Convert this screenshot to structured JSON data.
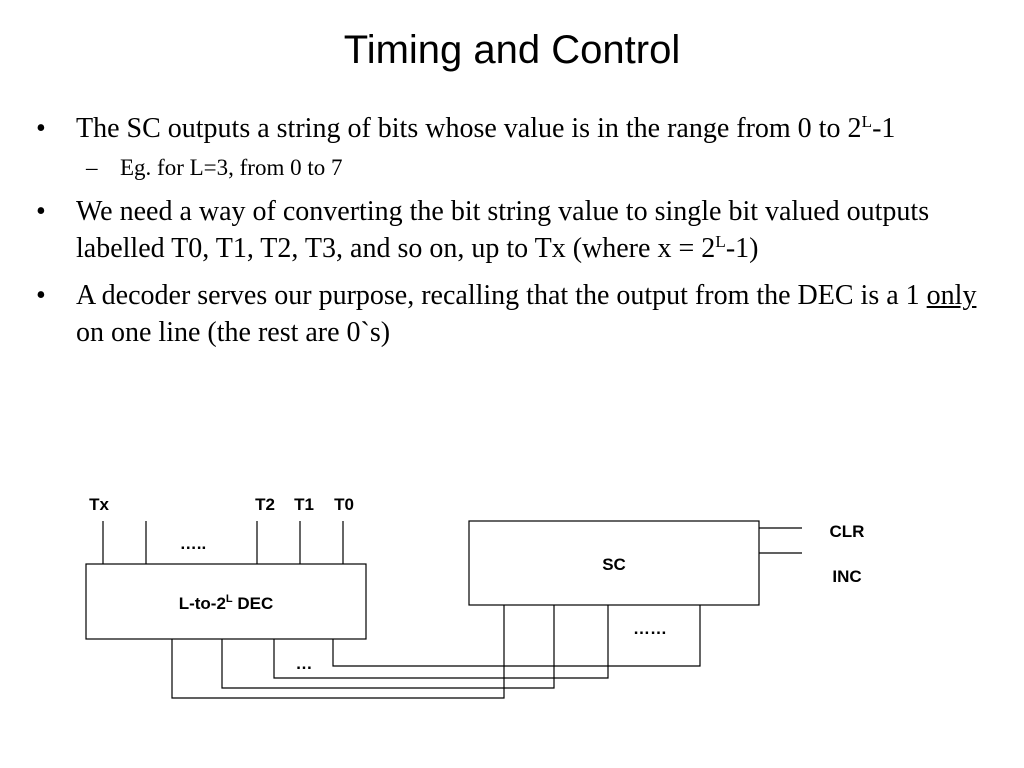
{
  "title": "Timing and Control",
  "bullets": {
    "b1": {
      "prefix": "The SC outputs a string of bits whose value is in the range from 0 to 2",
      "sup": "L",
      "suffix": "-1"
    },
    "b1_sub": "Eg. for L=3, from 0 to 7",
    "b2": {
      "prefix": "We need a way of converting the bit string value to single bit valued outputs labelled T0, T1, T2, T3, and so on, up to Tx (where x = 2",
      "sup": "L",
      "suffix": "-1)"
    },
    "b3": {
      "prefix": "A decoder serves our purpose, recalling that the output from the DEC is a 1 ",
      "emph": "only",
      "suffix": " on one line (the rest are 0`s)"
    }
  },
  "diagram": {
    "output_labels": {
      "tx": "Tx",
      "t2": "T2",
      "t1": "T1",
      "t0": "T0"
    },
    "dec_outputs_ellipsis": "…..",
    "dec_label": {
      "prefix": "L-to-2",
      "sup": "L",
      "suffix": " DEC"
    },
    "sc_label": "SC",
    "sc_inputs": {
      "clr": "CLR",
      "inc": "INC"
    },
    "sc_outputs_ellipsis": "……",
    "bus_ellipsis": "…"
  }
}
